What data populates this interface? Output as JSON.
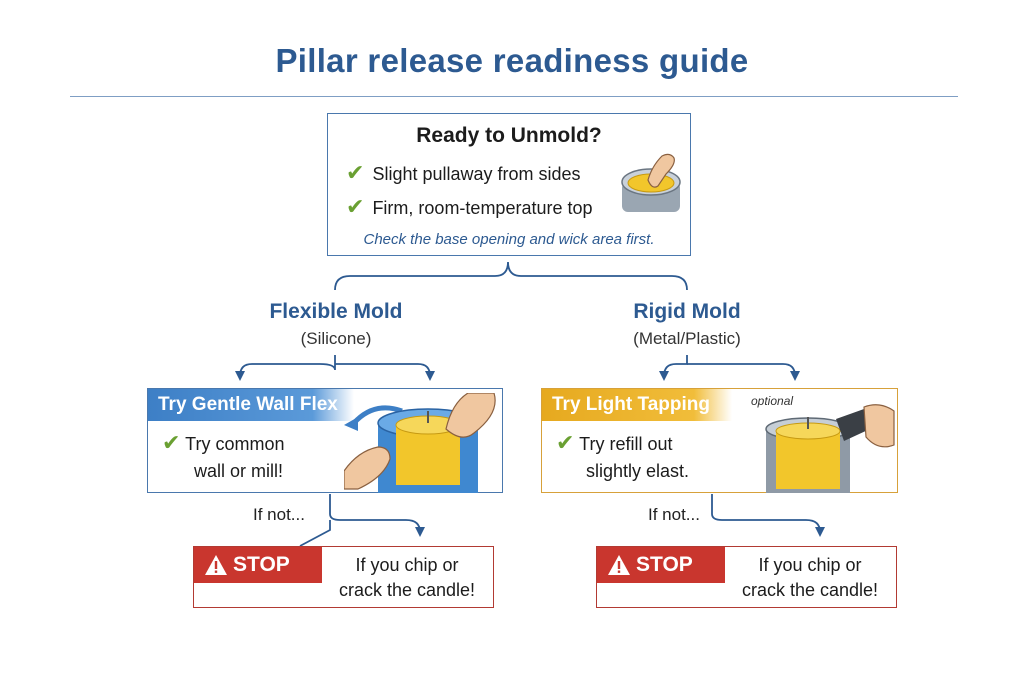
{
  "title": "Pillar release readiness guide",
  "top": {
    "heading": "Ready to Unmold?",
    "items": [
      "Slight pullaway from sides",
      "Firm, room-temperature top"
    ],
    "note": "Check the base opening and wick area first."
  },
  "flexible": {
    "title": "Flexible Mold",
    "subtitle": "(Silicone)",
    "banner": "Try Gentle Wall Flex",
    "lines": [
      "Try common",
      "wall or mill!"
    ],
    "if_not": "If not...",
    "stop_label": "STOP",
    "stop_lines": [
      "If you chip or",
      "crack the candle!"
    ]
  },
  "rigid": {
    "title": "Rigid Mold",
    "subtitle": "(Metal/Plastic)",
    "banner": "Try Light Tapping",
    "optional": "optional",
    "lines": [
      "Try refill out",
      "slightly elast."
    ],
    "if_not": "If not...",
    "stop_label": "STOP",
    "stop_lines": [
      "If you chip or",
      "crack the candle!"
    ]
  },
  "colors": {
    "title_blue": "#2d5a91",
    "check_green": "#6aa032",
    "flex_blue": "#3d7fc6",
    "rigid_amber": "#e6a91f",
    "stop_red": "#c9362e"
  }
}
